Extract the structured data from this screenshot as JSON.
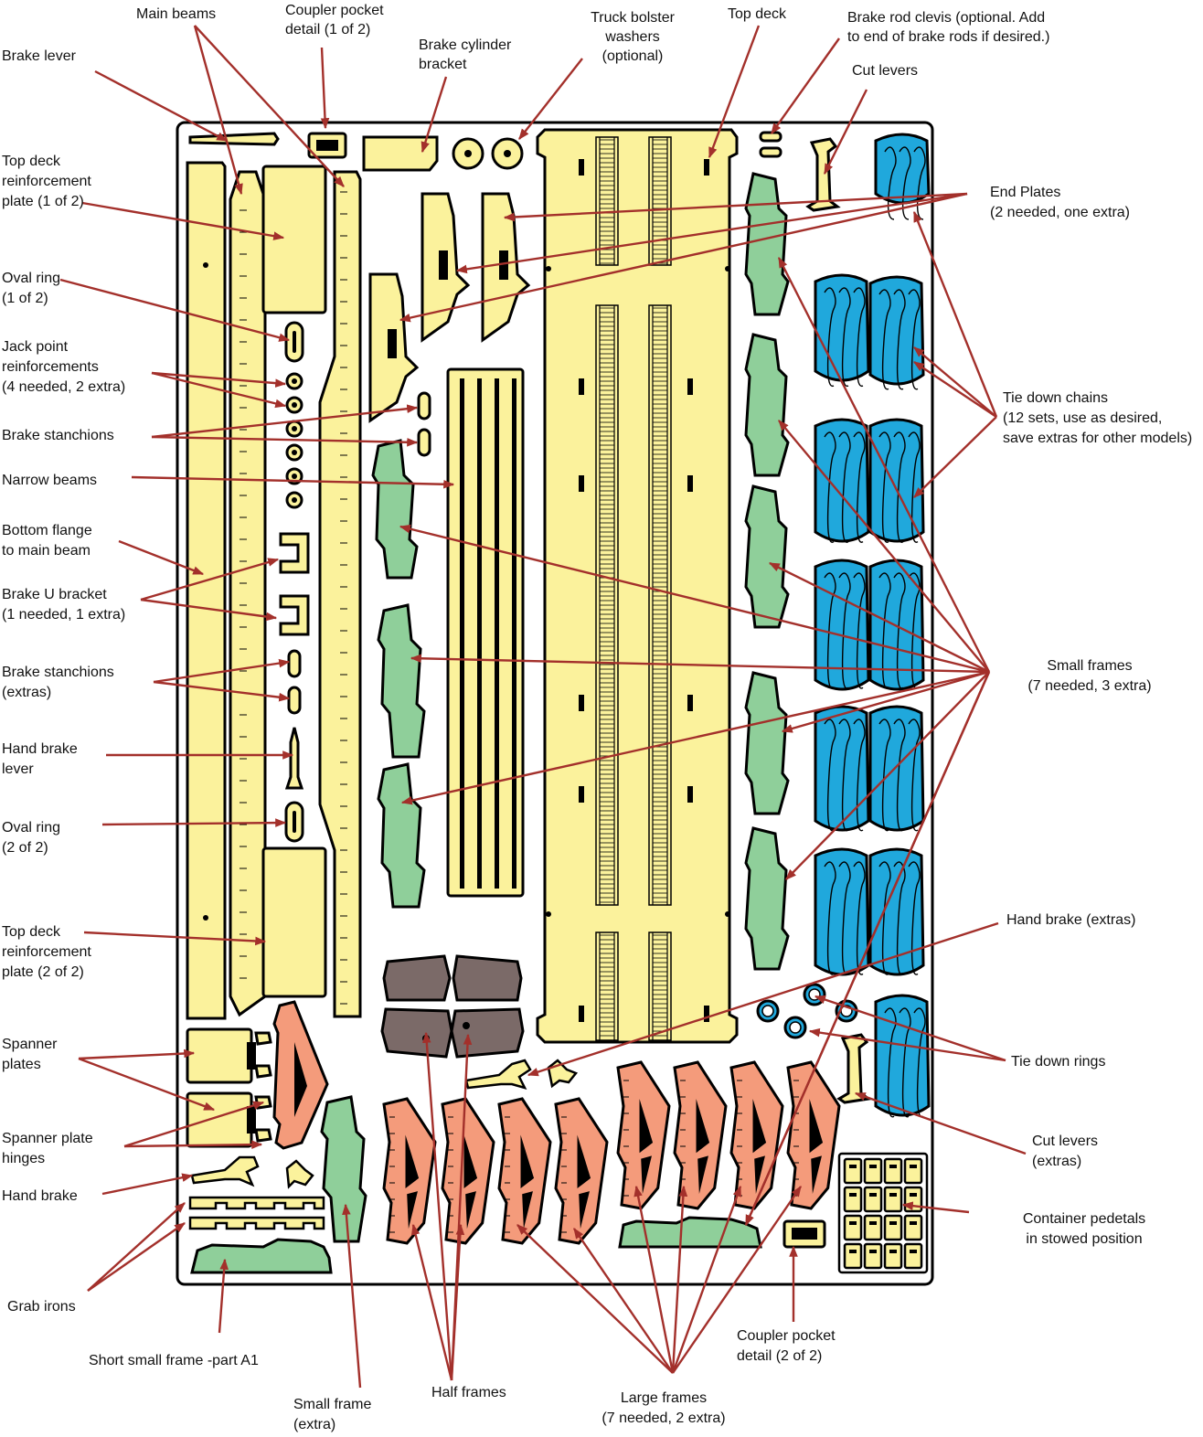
{
  "colors": {
    "part_yellow": "#fbf29c",
    "part_green": "#8fcf9a",
    "part_orange": "#f49b7b",
    "part_brown": "#7b6a68",
    "part_blue": "#20a8dc",
    "leader": "#a3302b"
  },
  "labels": [
    {
      "id": "main-beams",
      "lines": [
        "Main beams"
      ]
    },
    {
      "id": "coupler-pocket-1",
      "lines": [
        "Coupler pocket",
        "detail (1 of 2)"
      ]
    },
    {
      "id": "brake-cylinder-bracket",
      "lines": [
        "Brake cylinder",
        "bracket"
      ]
    },
    {
      "id": "truck-bolster-washers",
      "lines": [
        "Truck bolster",
        "washers",
        "(optional)"
      ]
    },
    {
      "id": "top-deck",
      "lines": [
        "Top deck"
      ]
    },
    {
      "id": "brake-rod-clevis",
      "lines": [
        "Brake rod clevis (optional. Add",
        "to end of brake rods if desired.)"
      ]
    },
    {
      "id": "cut-levers",
      "lines": [
        "Cut levers"
      ]
    },
    {
      "id": "brake-lever",
      "lines": [
        "Brake lever"
      ]
    },
    {
      "id": "top-deck-plate-1",
      "lines": [
        "Top deck",
        "reinforcement",
        "plate (1 of 2)"
      ]
    },
    {
      "id": "end-plates",
      "lines": [
        "End Plates",
        "(2 needed, one extra)"
      ]
    },
    {
      "id": "oval-ring-1",
      "lines": [
        "Oval ring",
        "(1 of 2)"
      ]
    },
    {
      "id": "jack-point",
      "lines": [
        "Jack point",
        "reinforcements",
        "(4 needed, 2 extra)"
      ]
    },
    {
      "id": "tie-down-chains",
      "lines": [
        "Tie down chains",
        "(12 sets, use as desired,",
        "save extras for other models)"
      ]
    },
    {
      "id": "brake-stanchions",
      "lines": [
        "Brake stanchions"
      ]
    },
    {
      "id": "narrow-beams",
      "lines": [
        "Narrow beams"
      ]
    },
    {
      "id": "bottom-flange",
      "lines": [
        "Bottom flange",
        "to main beam"
      ]
    },
    {
      "id": "brake-u-bracket",
      "lines": [
        "Brake  U bracket",
        "(1 needed, 1 extra)"
      ]
    },
    {
      "id": "small-frames",
      "lines": [
        "Small frames",
        "(7 needed, 3 extra)"
      ]
    },
    {
      "id": "brake-stanchions-extras",
      "lines": [
        "Brake stanchions",
        "(extras)"
      ]
    },
    {
      "id": "hand-brake-lever",
      "lines": [
        "Hand brake",
        "lever"
      ]
    },
    {
      "id": "oval-ring-2",
      "lines": [
        "Oval ring",
        "(2 of 2)"
      ]
    },
    {
      "id": "hand-brake-extras",
      "lines": [
        "Hand brake (extras)"
      ]
    },
    {
      "id": "top-deck-plate-2",
      "lines": [
        "Top deck",
        "reinforcement",
        "plate (2 of 2)"
      ]
    },
    {
      "id": "spanner-plates",
      "lines": [
        "Spanner",
        "plates"
      ]
    },
    {
      "id": "tie-down-rings",
      "lines": [
        "Tie down rings"
      ]
    },
    {
      "id": "spanner-plate-hinges",
      "lines": [
        "Spanner plate",
        "hinges"
      ]
    },
    {
      "id": "cut-levers-extras",
      "lines": [
        "Cut levers",
        "(extras)"
      ]
    },
    {
      "id": "hand-brake",
      "lines": [
        "Hand brake"
      ]
    },
    {
      "id": "container-pedestals",
      "lines": [
        "Container pedetals",
        "in stowed position"
      ]
    },
    {
      "id": "grab-irons",
      "lines": [
        "Grab irons"
      ]
    },
    {
      "id": "short-small-frame",
      "lines": [
        "Short small frame -part A1"
      ]
    },
    {
      "id": "coupler-pocket-2",
      "lines": [
        "Coupler pocket",
        "detail (2 of 2)"
      ]
    },
    {
      "id": "small-frame-extra",
      "lines": [
        "Small frame",
        "(extra)"
      ]
    },
    {
      "id": "half-frames",
      "lines": [
        "Half frames"
      ]
    },
    {
      "id": "large-frames",
      "lines": [
        "Large frames",
        "(7 needed, 2 extra)"
      ]
    }
  ]
}
